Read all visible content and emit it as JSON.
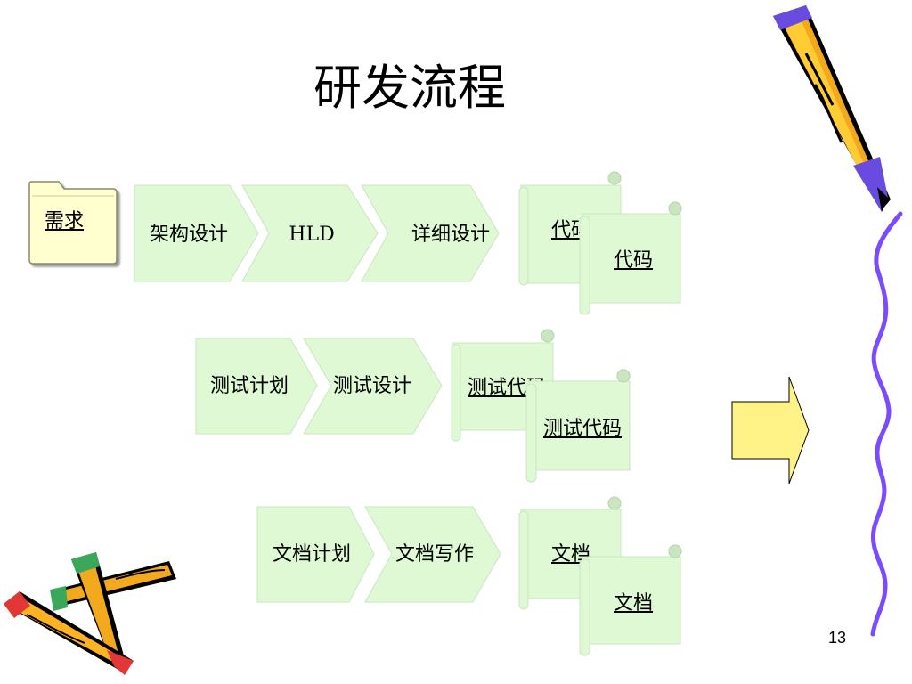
{
  "slide": {
    "title": "研发流程",
    "page_number": "13"
  },
  "requirement": {
    "label": "需求"
  },
  "rows": [
    {
      "steps": [
        "架构设计",
        "HLD",
        "详细设计"
      ],
      "scroll_back": "代码",
      "scroll_front": "代码"
    },
    {
      "steps": [
        "测试计划",
        "测试设计"
      ],
      "scroll_back": "测试代码",
      "scroll_front": "测试代码"
    },
    {
      "steps": [
        "文档计划",
        "文档写作"
      ],
      "scroll_back": "文档",
      "scroll_front": "文档"
    }
  ],
  "colors": {
    "step_fill": "#dff9d4",
    "step_stroke": "#c8e6c0",
    "scroll_fill": "#dff9d4",
    "folder_fill": "#ffffd0",
    "arrow_fill": "#fff287",
    "pencil_body": "#f3a91d",
    "squiggle": "#7b4bff"
  }
}
